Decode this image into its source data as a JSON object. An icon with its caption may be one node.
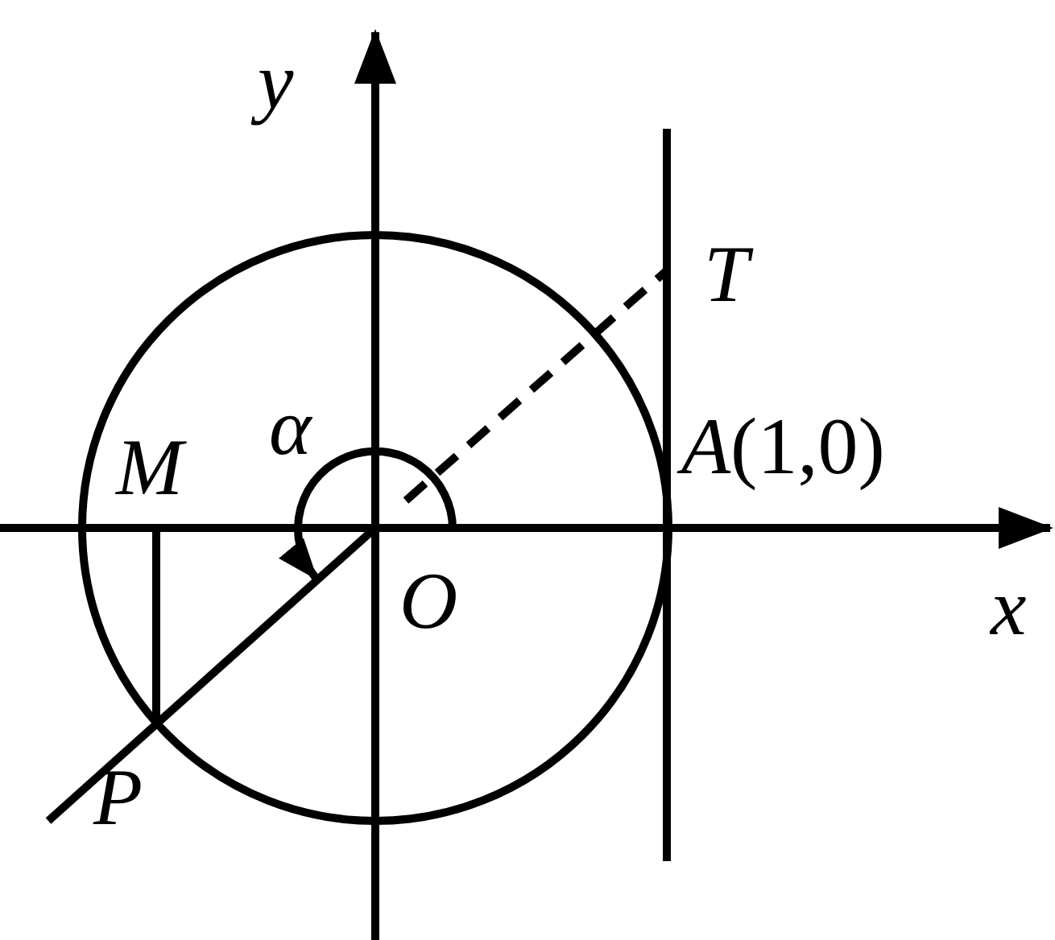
{
  "diagram": {
    "labels": [
      "y",
      "T",
      "α",
      "M",
      "*A*(1,0)",
      "O",
      "x",
      "P"
    ]
  }
}
